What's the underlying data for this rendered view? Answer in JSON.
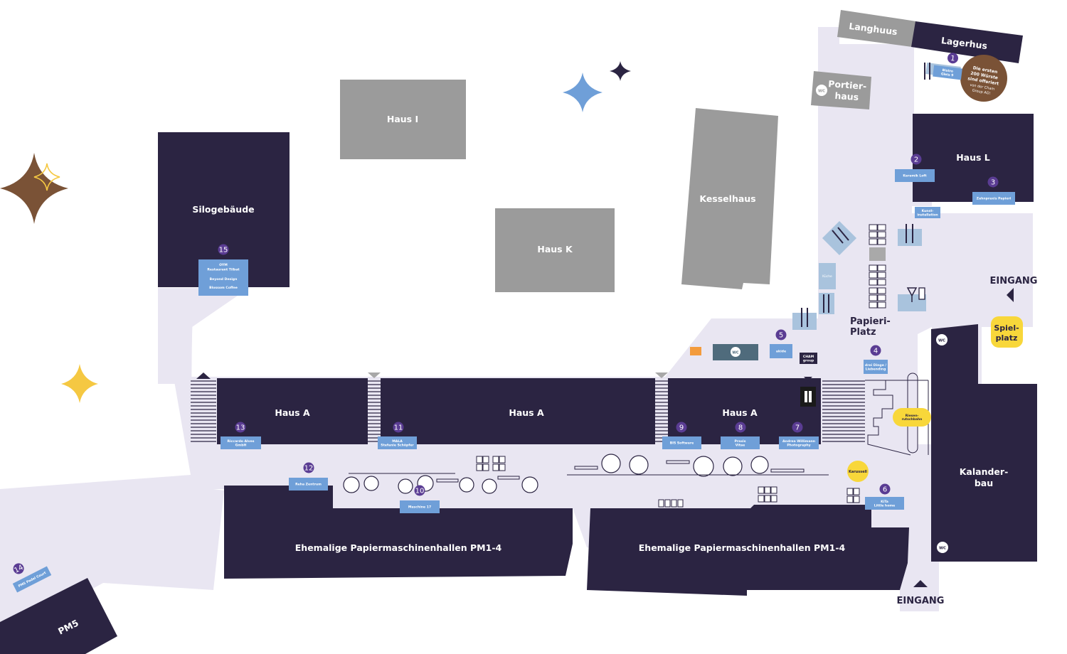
{
  "buildings": {
    "haus_i": "Haus I",
    "haus_k": "Haus K",
    "kesselhaus": "Kesselhaus",
    "silogebaeude": "Silogebäude",
    "langhuus": "Langhuus",
    "lagerhus": "Lagerhus",
    "portierhaus_line1": "Portier-",
    "portierhaus_line2": "haus",
    "haus_l": "Haus L",
    "haus_a_left": "Haus A",
    "haus_a_mid": "Haus A",
    "haus_a_right": "Haus A",
    "pm_hall_left": "Ehemalige Papiermaschinenhallen PM1-4",
    "pm_hall_right": "Ehemalige Papiermaschinenhallen PM1-4",
    "kalanderbau_line1": "Kalander-",
    "kalanderbau_line2": "bau",
    "pm5": "PM5"
  },
  "places": {
    "papieri_platz_line1": "Papieri-",
    "papieri_platz_line2": "Platz",
    "spielplatz_line1": "Spiel-",
    "spielplatz_line2": "platz",
    "riesenrutschbahn_line1": "Riesen-",
    "riesenrutschbahn_line2": "rutschbahn",
    "karussell": "Karussell",
    "eingang_right": "EINGANG",
    "eingang_bottom": "EINGANG",
    "wc": "WC"
  },
  "promo": {
    "line1": "Die ersten",
    "line2": "200 Würste",
    "line3": "sind offeriert",
    "line4": "von der Cham",
    "line5": "Group AG!",
    "color": "#7a5236"
  },
  "stations": [
    {
      "number": "1",
      "tag_line1": "Bistro",
      "tag_line2": "Gleis 9"
    },
    {
      "number": "2",
      "tag_line1": "Keramik Loft",
      "tag_line2": ""
    },
    {
      "number": "3",
      "tag_line1": "Zahnpraxis Papieri",
      "tag_line2": ""
    },
    {
      "number": "4",
      "tag_line1": "drei Dinge /",
      "tag_line2": "Liebending"
    },
    {
      "number": "5",
      "tag_line1": "akide",
      "tag_line2": ""
    },
    {
      "number": "6",
      "tag_line1": "KiTa",
      "tag_line2": "Little home"
    },
    {
      "number": "7",
      "tag_line1": "Andrea Willimann",
      "tag_line2": "Photography"
    },
    {
      "number": "8",
      "tag_line1": "Praxis",
      "tag_line2": "Vitae"
    },
    {
      "number": "9",
      "tag_line1": "BIS Software",
      "tag_line2": ""
    },
    {
      "number": "10",
      "tag_line1": "Maschine 17",
      "tag_line2": ""
    },
    {
      "number": "11",
      "tag_line1": "MALA",
      "tag_line2": "Stefanie Schöpfer"
    },
    {
      "number": "12",
      "tag_line1": "Reha Zentrum",
      "tag_line2": ""
    },
    {
      "number": "13",
      "tag_line1": "Riccardo Alves",
      "tag_line2": "GmbH"
    },
    {
      "number": "14",
      "tag_line1": "PM5 Padel Court",
      "tag_line2": ""
    },
    {
      "number": "15",
      "tag_line1": "OYM",
      "tag_line2": "Restaurant Tilbat"
    }
  ],
  "extra_tags": {
    "silo_line3": "Beyond Design",
    "silo_line4": "Blossom Coffee",
    "kunstinstallation_line1": "Kunst-",
    "kunstinstallation_line2": "installation",
    "kueche": "Küche",
    "cham_group_line1": "CHAM",
    "cham_group_line2": "group"
  },
  "colors": {
    "dark_building": "#2b2442",
    "grey_building": "#9b9b9b",
    "path": "#e9e6f2",
    "tag_blue": "#6f9fd8",
    "badge_purple": "#5a3c93",
    "yellow": "#f8d73a",
    "brown": "#7a5236",
    "star_blue": "#6f9fd8",
    "star_gold": "#f5c842"
  },
  "icons": [
    "star-icon",
    "wc-icon",
    "cutlery-icon",
    "glass-icon",
    "table-icon",
    "tree-icon",
    "info-icon",
    "entrance-arrow-icon"
  ]
}
